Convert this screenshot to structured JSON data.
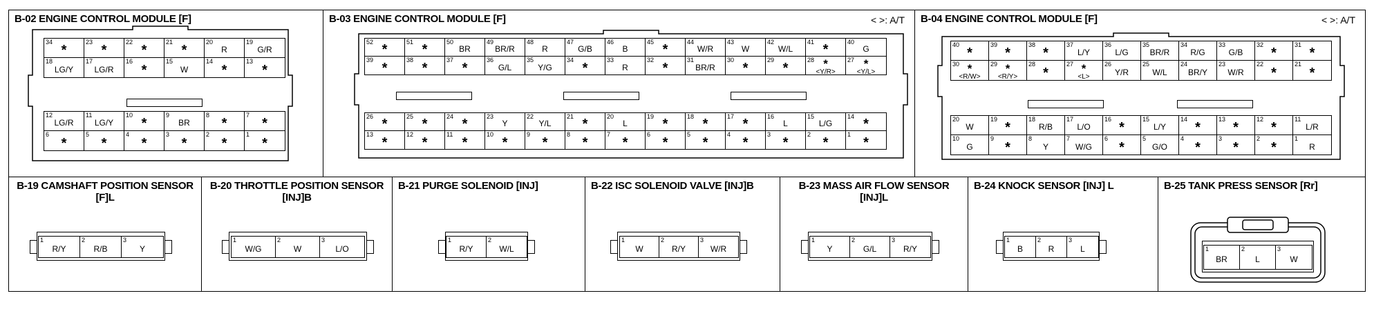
{
  "panels": [
    {
      "id": "b02",
      "title": "B-02 ENGINE CONTROL MODULE [F]",
      "at_note": "",
      "rows": [
        [
          [
            "34",
            "*"
          ],
          [
            "23",
            "*"
          ],
          [
            "22",
            "*"
          ],
          [
            "21",
            "*"
          ],
          [
            "20",
            "R"
          ],
          [
            "19",
            "G/R"
          ]
        ],
        [
          [
            "18",
            "LG/Y"
          ],
          [
            "17",
            "LG/R"
          ],
          [
            "16",
            "*"
          ],
          [
            "15",
            "W"
          ],
          [
            "14",
            "*"
          ],
          [
            "13",
            "*"
          ]
        ],
        [
          [
            "12",
            "LG/R"
          ],
          [
            "11",
            "LG/Y"
          ],
          [
            "10",
            "*"
          ],
          [
            "9",
            "BR"
          ],
          [
            "8",
            "*"
          ],
          [
            "7",
            "*"
          ]
        ],
        [
          [
            "6",
            "*"
          ],
          [
            "5",
            "*"
          ],
          [
            "4",
            "*"
          ],
          [
            "3",
            "*"
          ],
          [
            "2",
            "*"
          ],
          [
            "1",
            "*"
          ]
        ]
      ]
    },
    {
      "id": "b03",
      "title": "B-03 ENGINE CONTROL MODULE [F]",
      "at_note": "< >: A/T",
      "rows": [
        [
          [
            "52",
            "*"
          ],
          [
            "51",
            "*"
          ],
          [
            "50",
            "BR"
          ],
          [
            "49",
            "BR/R"
          ],
          [
            "48",
            "R"
          ],
          [
            "47",
            "G/B"
          ],
          [
            "46",
            "B"
          ],
          [
            "45",
            "*"
          ],
          [
            "44",
            "W/R"
          ],
          [
            "43",
            "W"
          ],
          [
            "42",
            "W/L"
          ],
          [
            "41",
            "*"
          ],
          [
            "40",
            "G"
          ]
        ],
        [
          [
            "39",
            "*"
          ],
          [
            "38",
            "*"
          ],
          [
            "37",
            "*"
          ],
          [
            "36",
            "G/L"
          ],
          [
            "35",
            "Y/G"
          ],
          [
            "34",
            "*"
          ],
          [
            "33",
            "R"
          ],
          [
            "32",
            "*"
          ],
          [
            "31",
            "BR/R"
          ],
          [
            "30",
            "*"
          ],
          [
            "29",
            "*"
          ],
          [
            "28",
            "* <Y/R>"
          ],
          [
            "27",
            "* <Y/L>"
          ]
        ],
        [
          [
            "26",
            "*"
          ],
          [
            "25",
            "*"
          ],
          [
            "24",
            "*"
          ],
          [
            "23",
            "Y"
          ],
          [
            "22",
            "Y/L"
          ],
          [
            "21",
            "*"
          ],
          [
            "20",
            "L"
          ],
          [
            "19",
            "*"
          ],
          [
            "18",
            "*"
          ],
          [
            "17",
            "*"
          ],
          [
            "16",
            "L"
          ],
          [
            "15",
            "L/G"
          ],
          [
            "14",
            "*"
          ]
        ],
        [
          [
            "13",
            "*"
          ],
          [
            "12",
            "*"
          ],
          [
            "11",
            "*"
          ],
          [
            "10",
            "*"
          ],
          [
            "9",
            "*"
          ],
          [
            "8",
            "*"
          ],
          [
            "7",
            "*"
          ],
          [
            "6",
            "*"
          ],
          [
            "5",
            "*"
          ],
          [
            "4",
            "*"
          ],
          [
            "3",
            "*"
          ],
          [
            "2",
            "*"
          ],
          [
            "1",
            "*"
          ]
        ]
      ]
    },
    {
      "id": "b04",
      "title": "B-04 ENGINE CONTROL MODULE [F]",
      "at_note": "< >: A/T",
      "rows": [
        [
          [
            "40",
            "*"
          ],
          [
            "39",
            "*"
          ],
          [
            "38",
            "*"
          ],
          [
            "37",
            "L/Y"
          ],
          [
            "36",
            "L/G"
          ],
          [
            "35",
            "BR/R"
          ],
          [
            "34",
            "R/G"
          ],
          [
            "33",
            "G/B"
          ],
          [
            "32",
            "*"
          ],
          [
            "31",
            "*"
          ]
        ],
        [
          [
            "30",
            "* <R/W>"
          ],
          [
            "29",
            "* <R/Y>"
          ],
          [
            "28",
            "*"
          ],
          [
            "27",
            "* <L>"
          ],
          [
            "26",
            "Y/R"
          ],
          [
            "25",
            "W/L"
          ],
          [
            "24",
            "BR/Y"
          ],
          [
            "23",
            "W/R"
          ],
          [
            "22",
            "*"
          ],
          [
            "21",
            "*"
          ]
        ],
        [
          [
            "20",
            "W"
          ],
          [
            "19",
            "*"
          ],
          [
            "18",
            "R/B"
          ],
          [
            "17",
            "L/O"
          ],
          [
            "16",
            "*"
          ],
          [
            "15",
            "L/Y"
          ],
          [
            "14",
            "*"
          ],
          [
            "13",
            "*"
          ],
          [
            "12",
            "*"
          ],
          [
            "11",
            "L/R"
          ]
        ],
        [
          [
            "10",
            "G"
          ],
          [
            "9",
            "*"
          ],
          [
            "8",
            "Y"
          ],
          [
            "7",
            "W/G"
          ],
          [
            "6",
            "*"
          ],
          [
            "5",
            "G/O"
          ],
          [
            "4",
            "*"
          ],
          [
            "3",
            "*"
          ],
          [
            "2",
            "*"
          ],
          [
            "1",
            "R"
          ]
        ]
      ]
    },
    {
      "id": "b19",
      "title": "B-19 CAMSHAFT POSITION SENSOR [F]L",
      "at_note": "",
      "rows": [
        [
          [
            "1",
            "R/Y"
          ],
          [
            "2",
            "R/B"
          ],
          [
            "3",
            "Y"
          ]
        ]
      ]
    },
    {
      "id": "b20",
      "title": "B-20 THROTTLE POSITION SENSOR [INJ]B",
      "at_note": "",
      "rows": [
        [
          [
            "1",
            "W/G"
          ],
          [
            "2",
            "W"
          ],
          [
            "3",
            "L/O"
          ]
        ]
      ]
    },
    {
      "id": "b21",
      "title": "B-21 PURGE SOLENOID [INJ]",
      "at_note": "",
      "rows": [
        [
          [
            "1",
            "R/Y"
          ],
          [
            "2",
            "W/L"
          ]
        ]
      ]
    },
    {
      "id": "b22",
      "title": "B-22 ISC SOLENOID VALVE [INJ]B",
      "at_note": "",
      "rows": [
        [
          [
            "1",
            "W"
          ],
          [
            "2",
            "R/Y"
          ],
          [
            "3",
            "W/R"
          ]
        ]
      ]
    },
    {
      "id": "b23",
      "title": "B-23 MASS AIR FLOW SENSOR [INJ]L",
      "at_note": "",
      "rows": [
        [
          [
            "1",
            "Y"
          ],
          [
            "2",
            "G/L"
          ],
          [
            "3",
            "R/Y"
          ]
        ]
      ]
    },
    {
      "id": "b24",
      "title": "B-24 KNOCK SENSOR [INJ] L",
      "at_note": "",
      "rows": [
        [
          [
            "1",
            "B"
          ],
          [
            "2",
            "R"
          ],
          [
            "3",
            "L"
          ]
        ]
      ]
    },
    {
      "id": "b25",
      "title": "B-25 TANK PRESS SENSOR [Rr]",
      "at_note": "",
      "rows": [
        [
          [
            "1",
            "BR"
          ],
          [
            "2",
            "L"
          ],
          [
            "3",
            "W"
          ]
        ]
      ]
    }
  ]
}
